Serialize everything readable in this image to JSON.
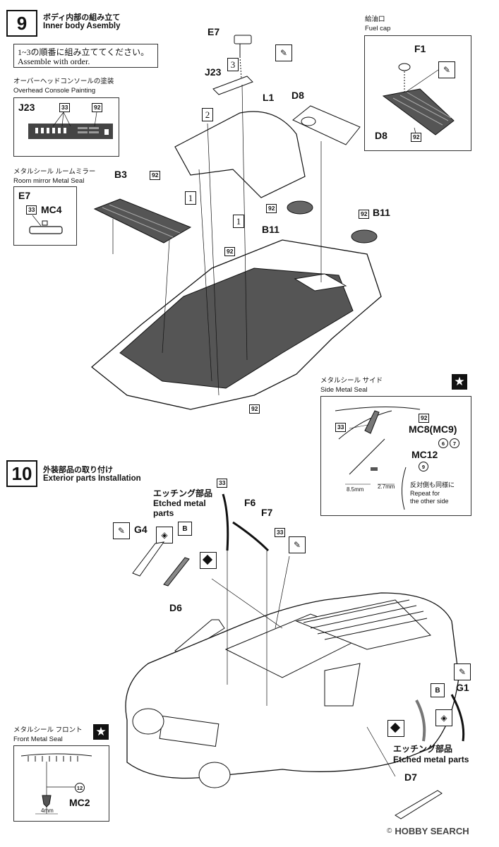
{
  "step9": {
    "number": "9",
    "title_jp": "ボディ内部の組み立て",
    "title_en": "Inner body Asembly",
    "order_note_jp": "1~3の順番に組み立ててください。",
    "order_note_en": "Assemble with order.",
    "overhead_jp": "オーバーヘッドコンソールの塗装",
    "overhead_en": "Overhead Console Painting",
    "j23": "J23",
    "mirror_jp": "メタルシール ルームミラー",
    "mirror_en": "Room mirror Metal Seal",
    "e7": "E7",
    "mc4": "MC4",
    "fuel_jp": "給油口",
    "fuel_en": "Fuel cap",
    "f1": "F1",
    "d8": "D8",
    "l1": "L1",
    "b3": "B3",
    "b11": "B11",
    "order_1": "1",
    "order_2": "2",
    "order_3": "3",
    "color_33": "33",
    "color_92": "92"
  },
  "side_seal": {
    "title_jp": "メタルシール サイド",
    "title_en": "Side Metal Seal",
    "mc8": "MC8(MC9)",
    "mc12": "MC12",
    "c6": "6",
    "c7": "7",
    "c9": "9",
    "dim_85": "8.5mm",
    "dim_27": "2.7mm",
    "repeat_jp": "反対側も同様に",
    "repeat_en1": "Repeat for",
    "repeat_en2": "the other side"
  },
  "step10": {
    "number": "10",
    "title_jp": "外装部品の取り付け",
    "title_en": "Exterior parts Installation",
    "etched_jp": "エッチング部品",
    "etched_en1": "Etched metal",
    "etched_en2": "parts",
    "etched_en_full": "Etched metal parts",
    "g4": "G4",
    "g1": "G1",
    "f6": "F6",
    "f7": "F7",
    "d6": "D6",
    "d7": "D7",
    "b": "B"
  },
  "front_seal": {
    "title_jp": "メタルシール フロント",
    "title_en": "Front Metal Seal",
    "c12": "12",
    "mc2": "MC2",
    "dim_4": "4mm"
  },
  "watermark": "HOBBY SEARCH",
  "copyright": "©"
}
